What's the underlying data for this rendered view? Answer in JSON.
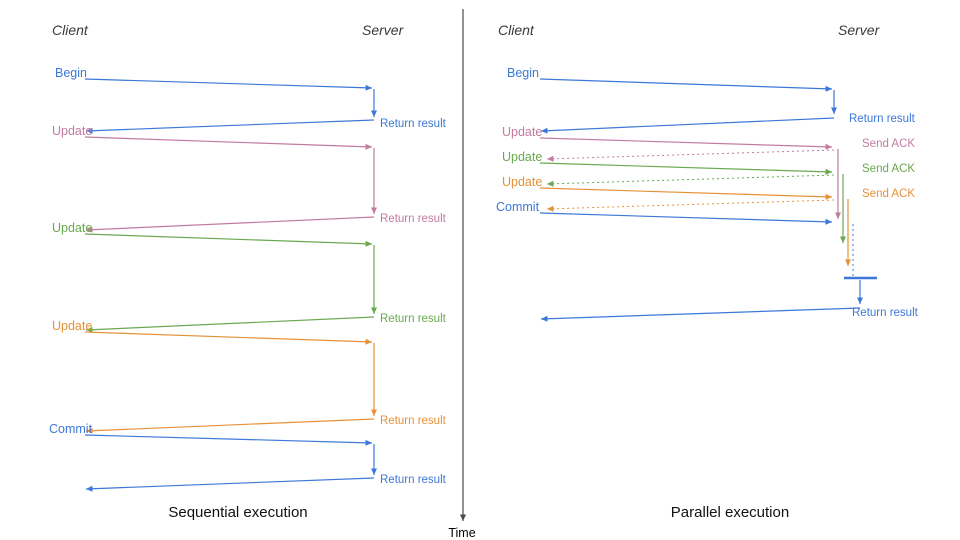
{
  "colors": {
    "blue": "#3c78d8",
    "pink": "#c27ba0",
    "green": "#6aa84f",
    "orange": "#e69138",
    "axis": "#4a4a4a",
    "header": "#3a3a3a",
    "caption": "#111111"
  },
  "time_axis": {
    "label": "Time"
  },
  "left": {
    "title": "Sequential execution",
    "client_header": "Client",
    "server_header": "Server",
    "messages": [
      {
        "label": "Begin",
        "color": "blue",
        "response": "Return result"
      },
      {
        "label": "Update",
        "color": "pink",
        "response": "Return result"
      },
      {
        "label": "Update",
        "color": "green",
        "response": "Return result"
      },
      {
        "label": "Update",
        "color": "orange",
        "response": "Return result"
      },
      {
        "label": "Commit",
        "color": "blue",
        "response": "Return result"
      }
    ]
  },
  "right": {
    "title": "Parallel execution",
    "client_header": "Client",
    "server_header": "Server",
    "messages": [
      {
        "label": "Begin",
        "color": "blue",
        "response": "Return result"
      },
      {
        "label": "Update",
        "color": "pink",
        "response": "Send ACK"
      },
      {
        "label": "Update",
        "color": "green",
        "response": "Send ACK"
      },
      {
        "label": "Update",
        "color": "orange",
        "response": "Send ACK"
      },
      {
        "label": "Commit",
        "color": "blue",
        "response": "Return result"
      }
    ]
  }
}
